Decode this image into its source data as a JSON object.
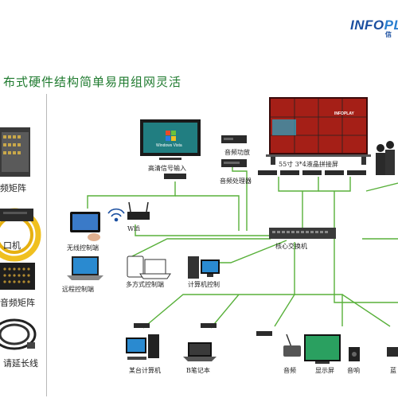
{
  "logo": {
    "main": "INFO",
    "tail": "PLA",
    "cn": "信"
  },
  "title": "布式硬件结构简单易用组网灵活",
  "left_panel": {
    "label_1": "频矩阵",
    "label_2": "口机",
    "label_3": "音频矩阵",
    "label_4": "请延长线"
  },
  "nodes": {
    "hd_input": "高清信号输入",
    "audio_amp": "音频功放",
    "audio_proc": "音频处理器",
    "lcd_wall": "55寸  3*4液晶拼接屏",
    "wifi": "Wifi",
    "wireless_ctrl": "无线控制端",
    "remote_ctrl": "远程控制端",
    "multi_ctrl": "多方式控制端",
    "pc_ctrl": "计算机控制",
    "core_switch": "核心交换机",
    "desktop": "某台计算机",
    "laptop": "B笔记本",
    "audio": "音频",
    "display": "显示屏",
    "speaker": "音响",
    "edge": "蓝"
  },
  "screen_text": {
    "monitor_os": "Windows Vista",
    "wall_brand": "INFOPLAY"
  },
  "colors": {
    "link_green": "#58b03a",
    "title_green": "#1e7a2e",
    "device_dark": "#2b2b2b"
  }
}
